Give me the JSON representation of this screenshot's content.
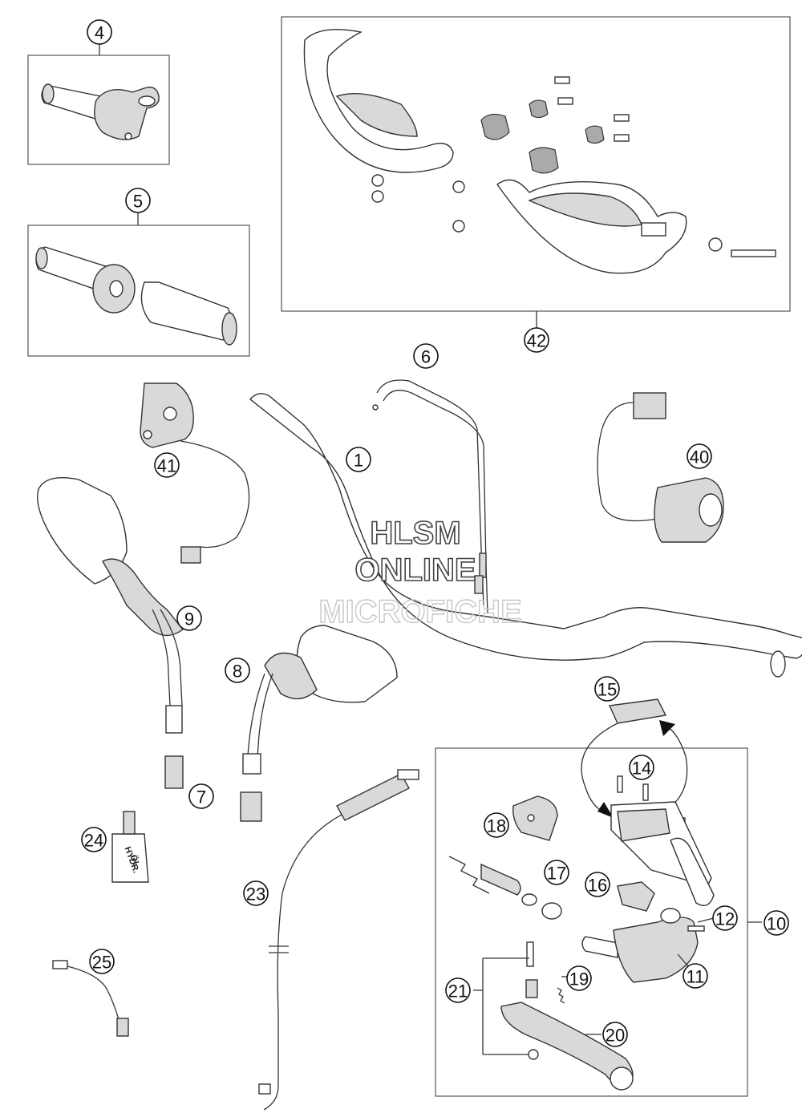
{
  "watermark": {
    "line1": "HLSM",
    "line2": "ONLINE",
    "line3": "MICROFICHE"
  },
  "bottle_label": {
    "line1": "HYDR.",
    "line2": "ÖL"
  },
  "callouts": [
    {
      "id": "callout-4",
      "label": "4"
    },
    {
      "id": "callout-5",
      "label": "5"
    },
    {
      "id": "callout-42",
      "label": "42"
    },
    {
      "id": "callout-6",
      "label": "6"
    },
    {
      "id": "callout-41",
      "label": "41"
    },
    {
      "id": "callout-1",
      "label": "1"
    },
    {
      "id": "callout-40",
      "label": "40"
    },
    {
      "id": "callout-9",
      "label": "9"
    },
    {
      "id": "callout-8",
      "label": "8"
    },
    {
      "id": "callout-15",
      "label": "15"
    },
    {
      "id": "callout-14",
      "label": "14"
    },
    {
      "id": "callout-7",
      "label": "7"
    },
    {
      "id": "callout-18",
      "label": "18"
    },
    {
      "id": "callout-24",
      "label": "24"
    },
    {
      "id": "callout-17",
      "label": "17"
    },
    {
      "id": "callout-16",
      "label": "16"
    },
    {
      "id": "callout-23",
      "label": "23"
    },
    {
      "id": "callout-12",
      "label": "12"
    },
    {
      "id": "callout-10",
      "label": "10"
    },
    {
      "id": "callout-11",
      "label": "11"
    },
    {
      "id": "callout-25",
      "label": "25"
    },
    {
      "id": "callout-21",
      "label": "21"
    },
    {
      "id": "callout-19",
      "label": "19"
    },
    {
      "id": "callout-20",
      "label": "20"
    }
  ]
}
